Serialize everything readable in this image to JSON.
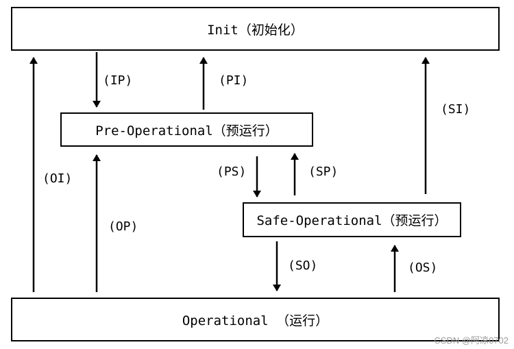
{
  "states": {
    "init": "Init（初始化）",
    "preop": "Pre-Operational（预运行）",
    "safeop": "Safe-Operational（预运行）",
    "op": "Operational （运行）"
  },
  "transitions": {
    "ip": "(IP)",
    "pi": "(PI)",
    "si": "(SI)",
    "oi": "(OI)",
    "ps": "(PS)",
    "sp": "(SP)",
    "op": "(OP)",
    "so": "(SO)",
    "os": "(OS)"
  },
  "watermark": "CSDN @阿凉0702"
}
